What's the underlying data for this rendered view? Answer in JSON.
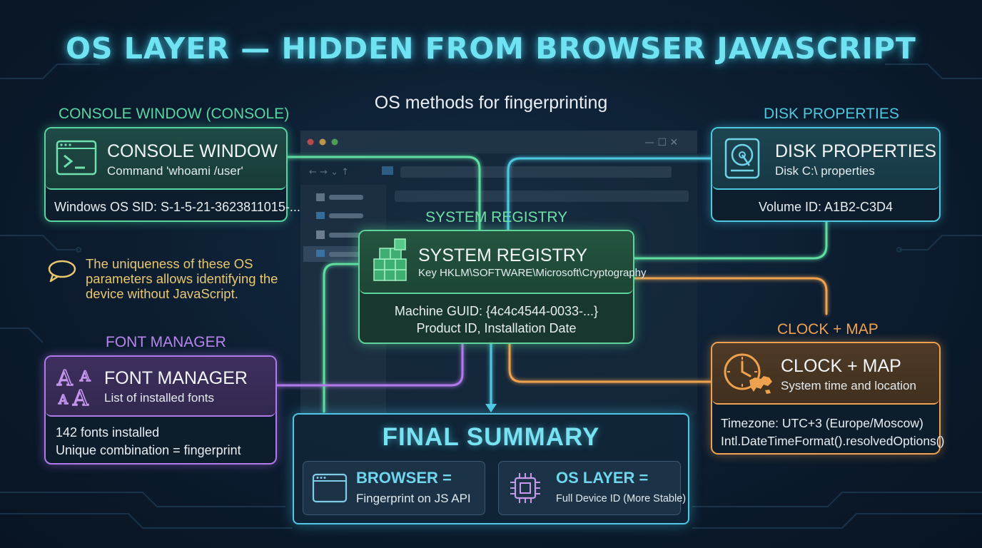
{
  "title": "OS LAYER — HIDDEN FROM BROWSER JAVASCRIPT",
  "subtitle": "OS methods for fingerprinting",
  "colors": {
    "title": "#6fe3f2",
    "console": "#58d6a2",
    "disk": "#4cc9df",
    "registry": "#5fd49a",
    "font": "#b279ea",
    "clock": "#eea24f",
    "final": "#4fc8e4",
    "note": "#e9c86f"
  },
  "console": {
    "label": "CONSOLE WINDOW (CONSOLE)",
    "title": "CONSOLE WINDOW",
    "subtitle": "Command 'whoami /user'",
    "detail": "Windows OS SID: S-1-5-21-3623811015-...",
    "icon": "terminal-icon"
  },
  "disk": {
    "label": "DISK PROPERTIES",
    "title": "DISK PROPERTIES",
    "subtitle": "Disk C:\\ properties",
    "detail": "Volume ID: A1B2-C3D4",
    "icon": "hard-drive-icon"
  },
  "registry": {
    "label": "SYSTEM REGISTRY",
    "title": "SYSTEM REGISTRY",
    "subtitle": "Key HKLM\\SOFTWARE\\Microsoft\\Cryptography",
    "detail_1": "Machine GUID: {4c4c4544-0033-...}",
    "detail_2": "Product ID, Installation Date",
    "icon": "registry-cubes-icon"
  },
  "note": {
    "text": "The uniqueness of these OS parameters allows identifying the device without JavaScript.",
    "icon": "speech-bubble-icon"
  },
  "font": {
    "label": "FONT MANAGER",
    "title": "FONT MANAGER",
    "subtitle": "List of installed fonts",
    "detail_1": "142 fonts installed",
    "detail_2": "Unique combination = fingerprint",
    "icon": "font-glyphs-icon",
    "glyphs": [
      "A",
      "A",
      "A",
      "A"
    ]
  },
  "clock": {
    "label": "CLOCK + MAP",
    "title": "CLOCK + MAP",
    "subtitle": "System time and location",
    "detail_1": "Timezone: UTC+3 (Europe/Moscow)",
    "detail_2": "Intl.DateTimeFormat().resolvedOptions()",
    "icon": "clock-map-icon"
  },
  "final": {
    "title": "FINAL SUMMARY",
    "browser": {
      "title": "BROWSER =",
      "desc": "Fingerprint on JS API",
      "icon": "browser-window-icon"
    },
    "os": {
      "title": "OS LAYER =",
      "desc": "Full Device ID (More Stable)",
      "icon": "cpu-chip-icon"
    }
  }
}
